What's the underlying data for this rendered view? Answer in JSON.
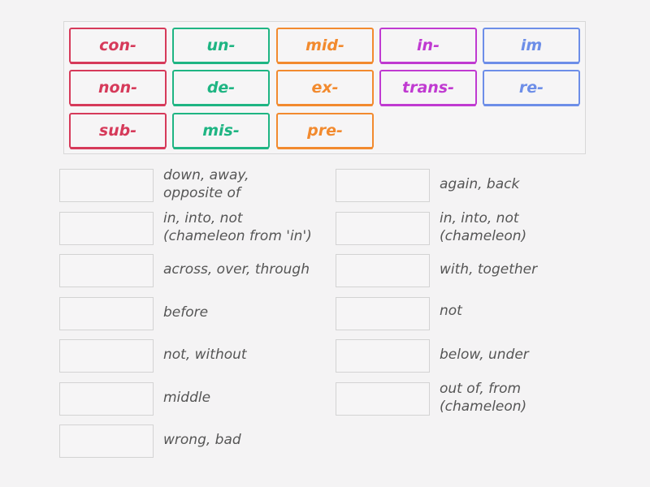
{
  "colors": {
    "red": "#d63a5a",
    "green": "#1fb583",
    "orange": "#f28a2e",
    "purple": "#c03ad1",
    "blue": "#6d8ee8",
    "definition_text": "#555555",
    "slot_border": "#d3d3d3",
    "background": "#f4f3f4"
  },
  "tiles": [
    {
      "label": "con-",
      "color": "red"
    },
    {
      "label": "un-",
      "color": "green"
    },
    {
      "label": "mid-",
      "color": "orange"
    },
    {
      "label": "in-",
      "color": "purple"
    },
    {
      "label": "im",
      "color": "blue"
    },
    {
      "label": "non-",
      "color": "red"
    },
    {
      "label": "de-",
      "color": "green"
    },
    {
      "label": "ex-",
      "color": "orange"
    },
    {
      "label": "trans-",
      "color": "purple"
    },
    {
      "label": "re-",
      "color": "blue"
    },
    {
      "label": "sub-",
      "color": "red"
    },
    {
      "label": "mis-",
      "color": "green"
    },
    {
      "label": "pre-",
      "color": "orange"
    }
  ],
  "left_definitions": [
    "down, away,\nopposite of",
    "in, into, not\n(chameleon from 'in')",
    "across, over, through",
    "before",
    "not, without",
    "middle",
    "wrong, bad"
  ],
  "right_definitions": [
    "again, back",
    "in, into, not\n(chameleon)",
    "with, together",
    "not",
    "below, under",
    "out of, from\n(chameleon)"
  ]
}
